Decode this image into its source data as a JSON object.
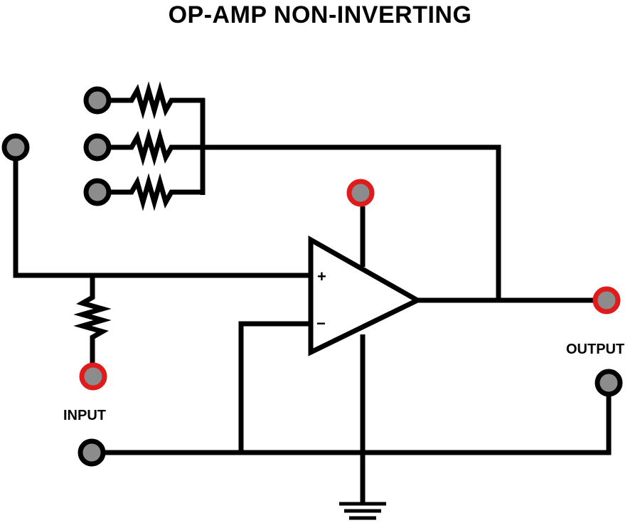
{
  "diagram": {
    "title": "OP-AMP NON-INVERTING",
    "labels": {
      "input": "INPUT",
      "output": "OUTPUT",
      "plus": "+",
      "minus": "−"
    },
    "colors": {
      "wire": "#000000",
      "terminal_fill": "#8c8c8c",
      "terminal_ring_standard": "#000000",
      "terminal_ring_active": "#e01b1b"
    },
    "components": {
      "op_amp": "op-amp-triangle",
      "feedback_resistors": 3,
      "input_resistor": 1,
      "ground": "ground-symbol"
    }
  }
}
